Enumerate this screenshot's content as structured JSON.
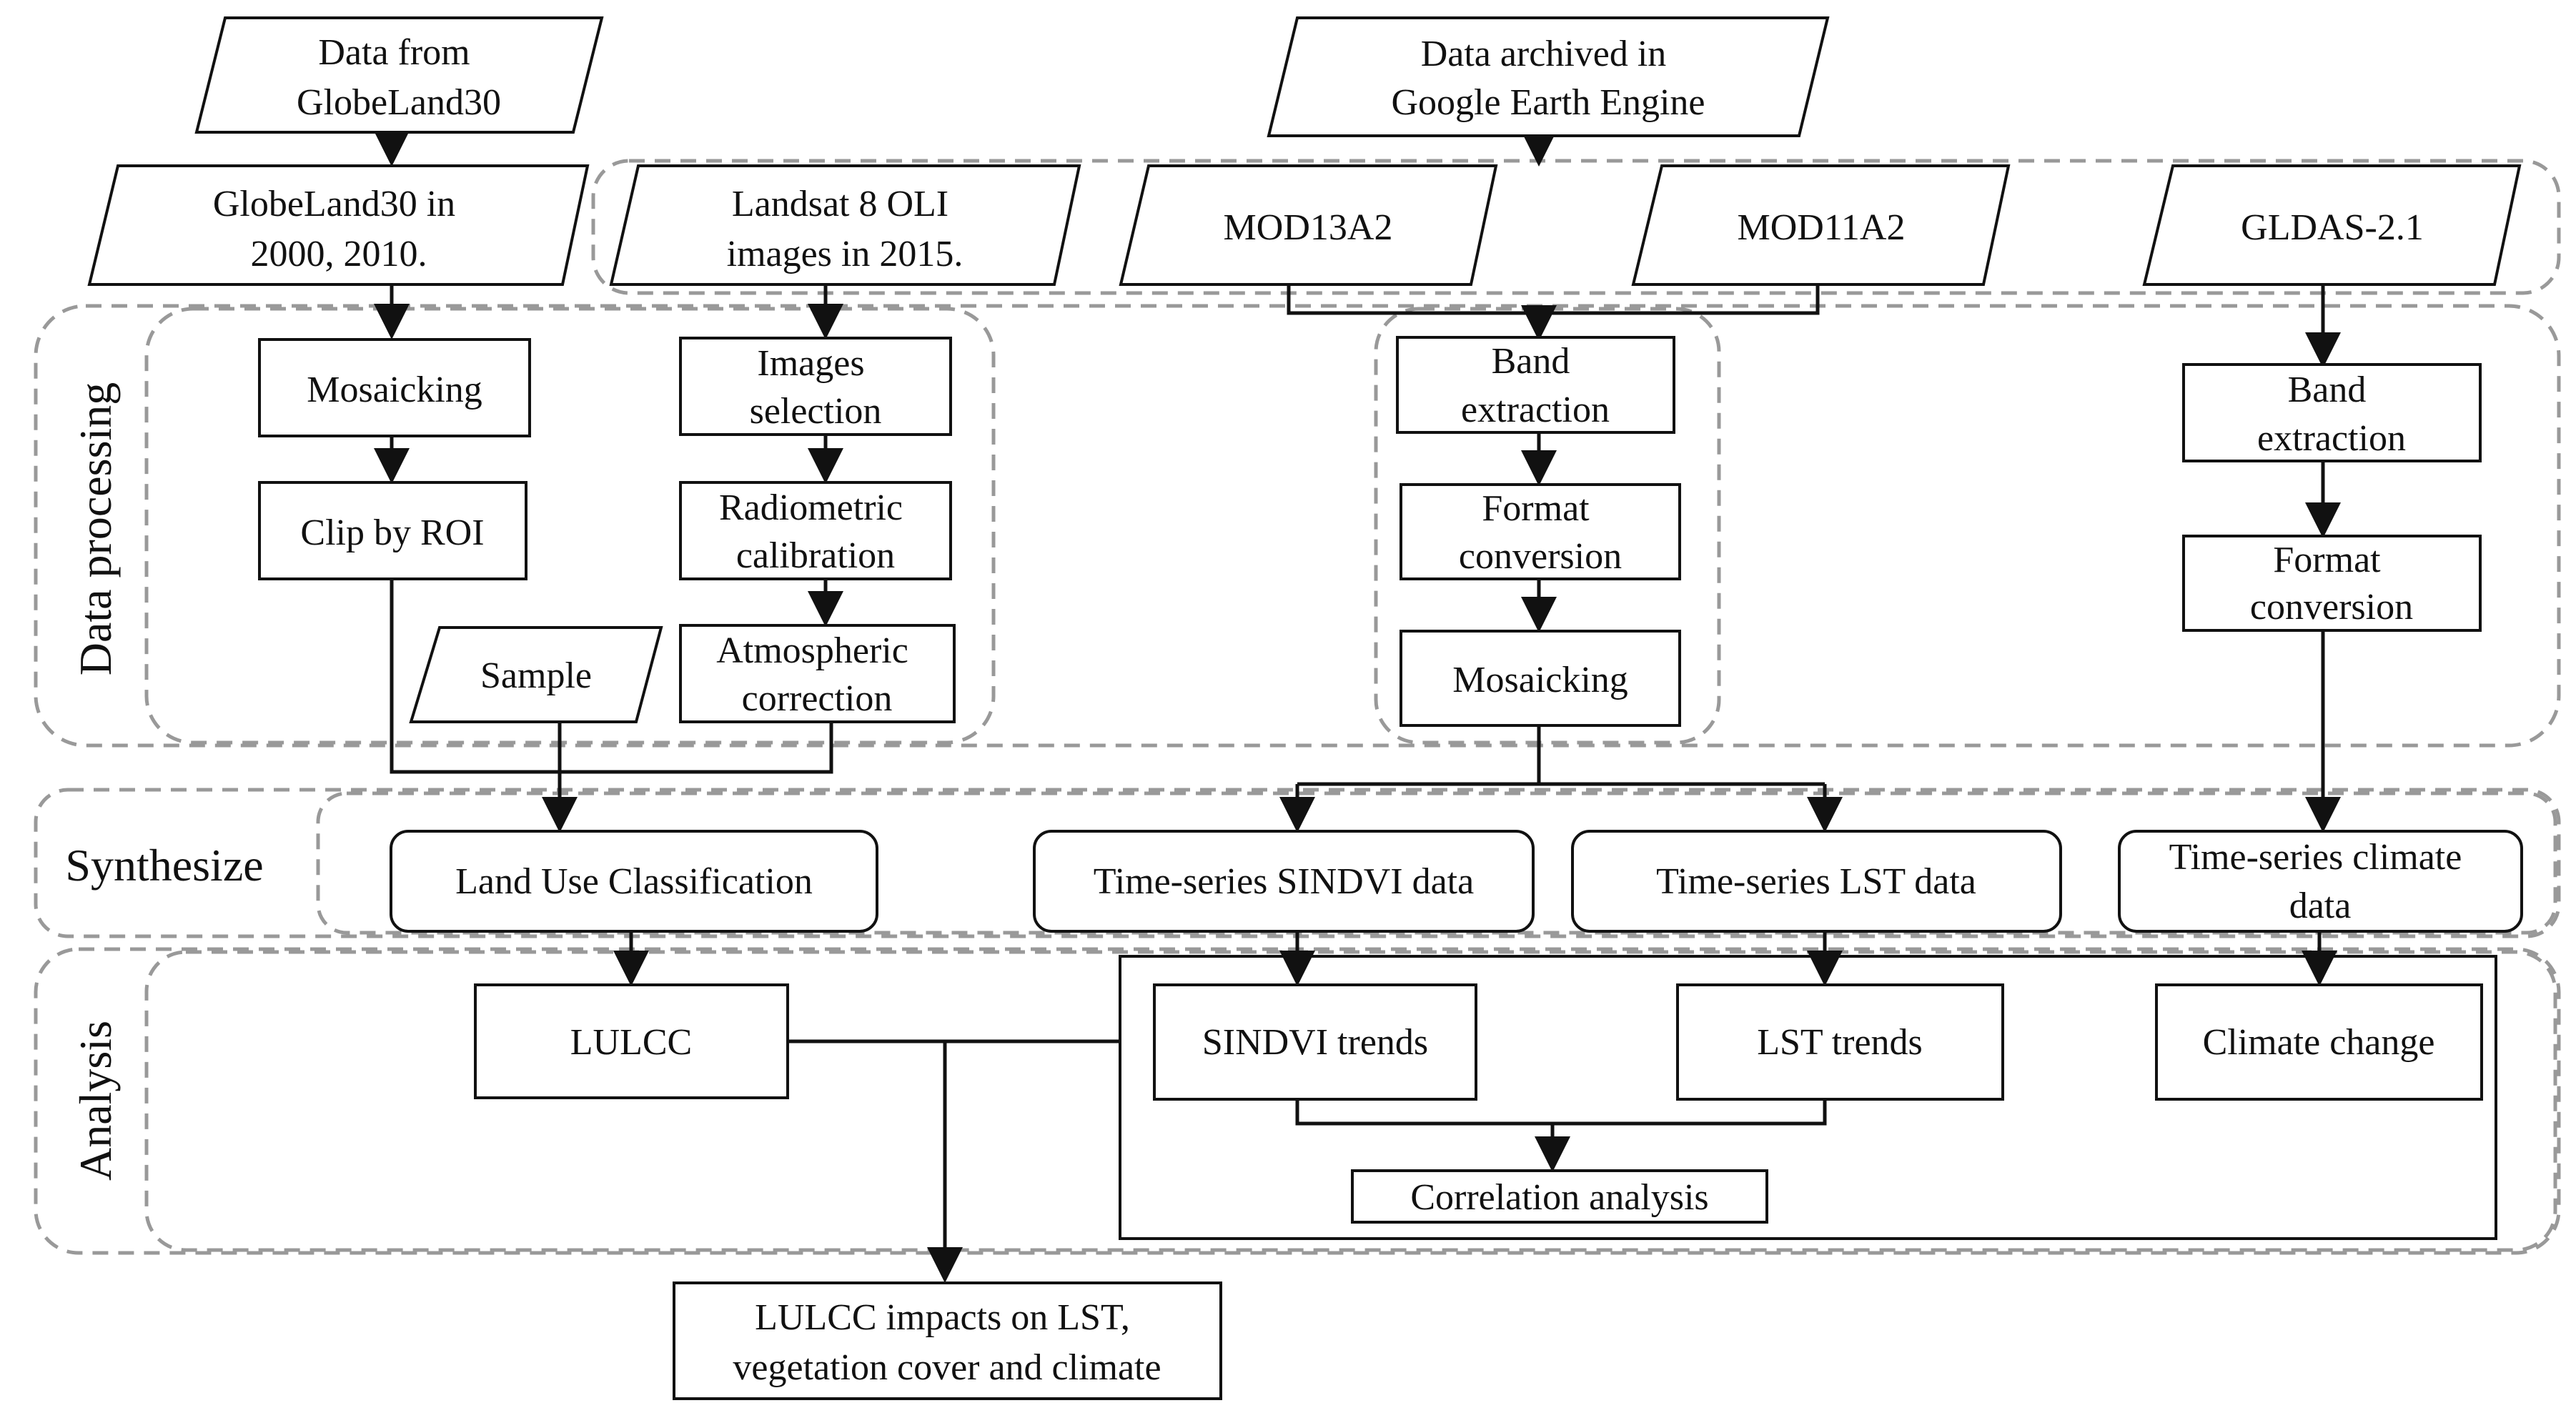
{
  "colors": {
    "stroke": "#111111",
    "dashed_border": "#999999",
    "background": "#ffffff"
  },
  "sections": {
    "data_processing": "Data processing",
    "synthesize": "Synthesize",
    "analysis": "Analysis"
  },
  "inputs": {
    "globeland_source": [
      "Data from",
      "GlobeLand30"
    ],
    "gee_source": [
      "Data archived in",
      "Google Earth Engine"
    ],
    "globeland_years": [
      "GlobeLand30 in",
      "2000, 2010."
    ],
    "landsat": [
      "Landsat 8 OLI",
      "images in 2015."
    ],
    "mod13a2": [
      "MOD13A2"
    ],
    "mod11a2": [
      "MOD11A2"
    ],
    "gldas": [
      "GLDAS-2.1"
    ],
    "sample": [
      "Sample"
    ]
  },
  "processing": {
    "mosaicking_a": [
      "Mosaicking"
    ],
    "clip_roi": [
      "Clip by ROI"
    ],
    "images_selection": [
      "Images",
      "selection"
    ],
    "radiometric": [
      "Radiometric",
      "calibration"
    ],
    "atmospheric": [
      "Atmospheric",
      "correction"
    ],
    "band_extraction_mod": [
      "Band",
      "extraction"
    ],
    "format_conversion_mod": [
      "Format",
      "conversion"
    ],
    "mosaicking_mod": [
      "Mosaicking"
    ],
    "band_extraction_gldas": [
      "Band",
      "extraction"
    ],
    "format_conversion_gldas": [
      "Format",
      "conversion"
    ]
  },
  "synthesize": {
    "land_use": [
      "Land Use Classification"
    ],
    "sindvi_data": [
      "Time-series SINDVI data"
    ],
    "lst_data": [
      "Time-series LST data"
    ],
    "climate_data": [
      "Time-series climate",
      "data"
    ]
  },
  "analysis": {
    "lulcc": [
      "LULCC"
    ],
    "sindvi_trends": [
      "SINDVI trends"
    ],
    "lst_trends": [
      "LST trends"
    ],
    "climate_change": [
      "Climate change"
    ],
    "correlation": [
      "Correlation analysis"
    ]
  },
  "output": {
    "impacts": [
      "LULCC impacts on LST,",
      "vegetation cover and climate"
    ]
  }
}
